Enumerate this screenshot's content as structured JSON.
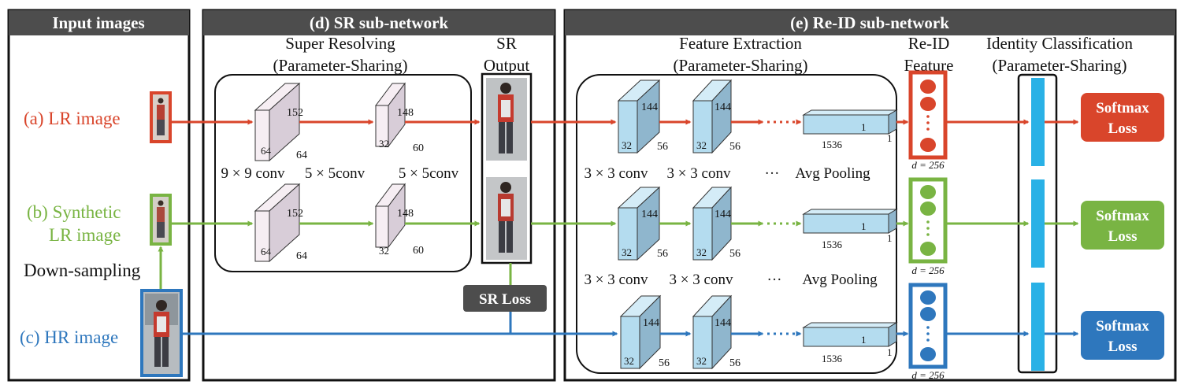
{
  "panels": {
    "input": "Input images",
    "sr": "(d) SR sub-network",
    "reid": "(e) Re-ID sub-network"
  },
  "inputs": {
    "lr": "(a) LR image",
    "synthetic_line1": "(b) Synthetic",
    "synthetic_line2": "LR image",
    "downsampling": "Down-sampling",
    "hr": "(c) HR image"
  },
  "sr": {
    "block_title_line1": "Super Resolving",
    "block_title_line2": "(Parameter-Sharing)",
    "output_line1": "SR",
    "output_line2": "Output",
    "conv1": "9 × 9 conv",
    "conv2": "5 × 5conv",
    "conv3": "5 × 5conv",
    "cube1": {
      "a": "152",
      "b": "64",
      "c": "64"
    },
    "cube2": {
      "a": "148",
      "b": "32",
      "c": "60"
    },
    "loss": "SR Loss"
  },
  "reid": {
    "fe_title_line1": "Feature Extraction",
    "fe_title_line2": "(Parameter-Sharing)",
    "feature_line1": "Re-ID",
    "feature_line2": "Feature",
    "ic_line1": "Identity Classification",
    "ic_line2": "(Parameter-Sharing)",
    "conv_a": "3 × 3 conv",
    "conv_b": "3 × 3 conv",
    "ellipsis": "···",
    "pool": "Avg Pooling",
    "cube1": {
      "a": "144",
      "b": "32",
      "c": "56"
    },
    "cube2": {
      "a": "144",
      "b": "32",
      "c": "56"
    },
    "pool_vec": {
      "a": "1",
      "b": "1536",
      "c": "1"
    },
    "dim": "d = 256",
    "softmax_line1": "Softmax",
    "softmax_line2": "Loss"
  },
  "colors": {
    "lr": "#d9452b",
    "synthetic": "#79b443",
    "hr": "#2e77bd",
    "panel_header": "#4d4d4d",
    "cube_pink": "#f6eef3",
    "cube_blue": "#b4dcef",
    "classifier": "#29b1e6"
  }
}
